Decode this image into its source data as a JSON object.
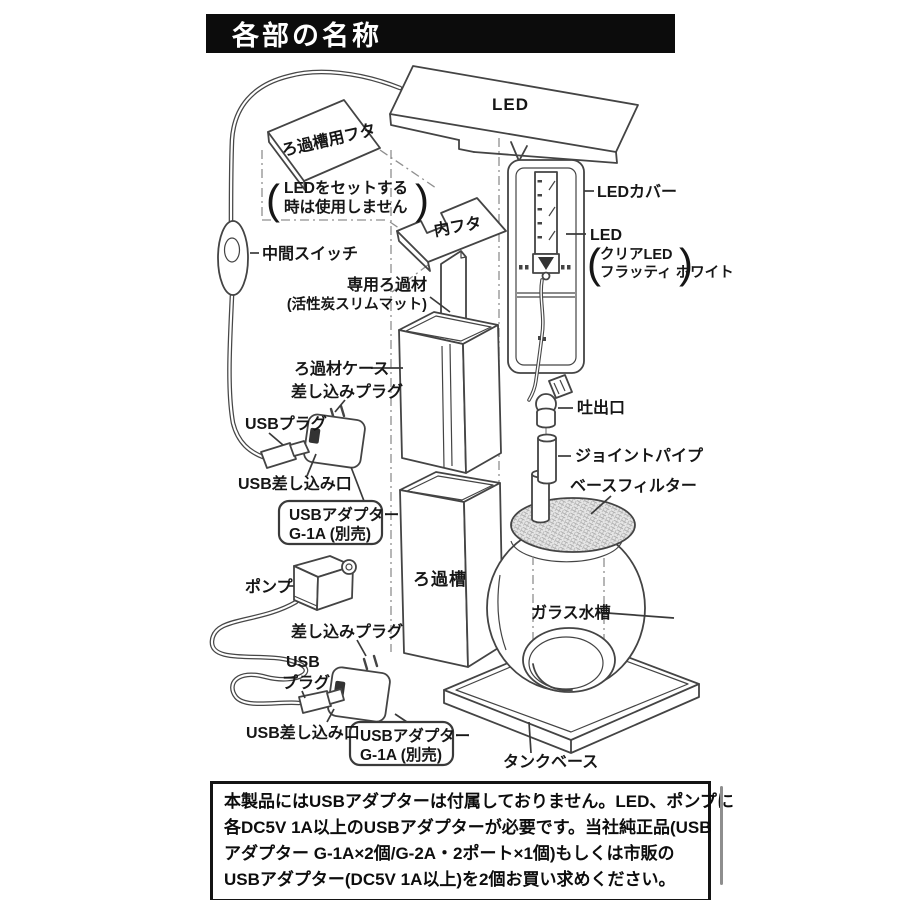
{
  "header": {
    "title": "各部の名称"
  },
  "diagram": {
    "led_bar": "LED",
    "filter_tank_lid": "ろ過槽用フタ",
    "led_note": {
      "open": "(",
      "line1": "LEDをセットする",
      "line2": "時は使用しません",
      "close": ")"
    },
    "inner_lid": "内フタ",
    "led_cover": "LEDカバー",
    "led": "LED",
    "led_spec": {
      "open": "(",
      "line1": "クリアLED",
      "line2": "フラッティ ホワイト",
      "close": ")"
    },
    "mid_switch": "中間スイッチ",
    "filter_media": {
      "line1": "専用ろ過材",
      "line2": "(活性炭スリムマット)"
    },
    "filter_media_case": "ろ過材ケース",
    "plug_top": "差し込みプラグ",
    "usb_plug_top": "USBプラグ",
    "usb_port_top": "USB差し込み口",
    "usb_adapter_top": {
      "line1": "USBアダプター",
      "line2": "G-1A (別売)"
    },
    "outlet": "吐出口",
    "joint_pipe": "ジョイントパイプ",
    "base_filter": "ベースフィルター",
    "filter_tank": "ろ過槽",
    "glass_tank": "ガラス水槽",
    "pump": "ポンプ",
    "plug_bottom": "差し込みプラグ",
    "usb_plug_bottom": {
      "line1": "USB",
      "line2": "プラグ"
    },
    "usb_port_bottom": "USB差し込み口",
    "usb_adapter_bottom": {
      "line1": "USBアダプター",
      "line2": "G-1A (別売)"
    },
    "tank_base": "タンクベース"
  },
  "notice": {
    "lines": [
      "本製品にはUSBアダプターは付属しておりません。LED、ポンプに",
      "各DC5V 1A以上のUSBアダプターが必要です。当社純正品(USB",
      "アダプター G-1A×2個/G-2A・2ポート×1個)もしくは市販の",
      "USBアダプター(DC5V 1A以上)を2個お買い求めください。"
    ]
  },
  "colors": {
    "title_bg": "#0c0c0c",
    "title_fg": "#ffffff",
    "line": "#444444",
    "label": "#161616",
    "hatch_fill": "#e6e6e6"
  }
}
